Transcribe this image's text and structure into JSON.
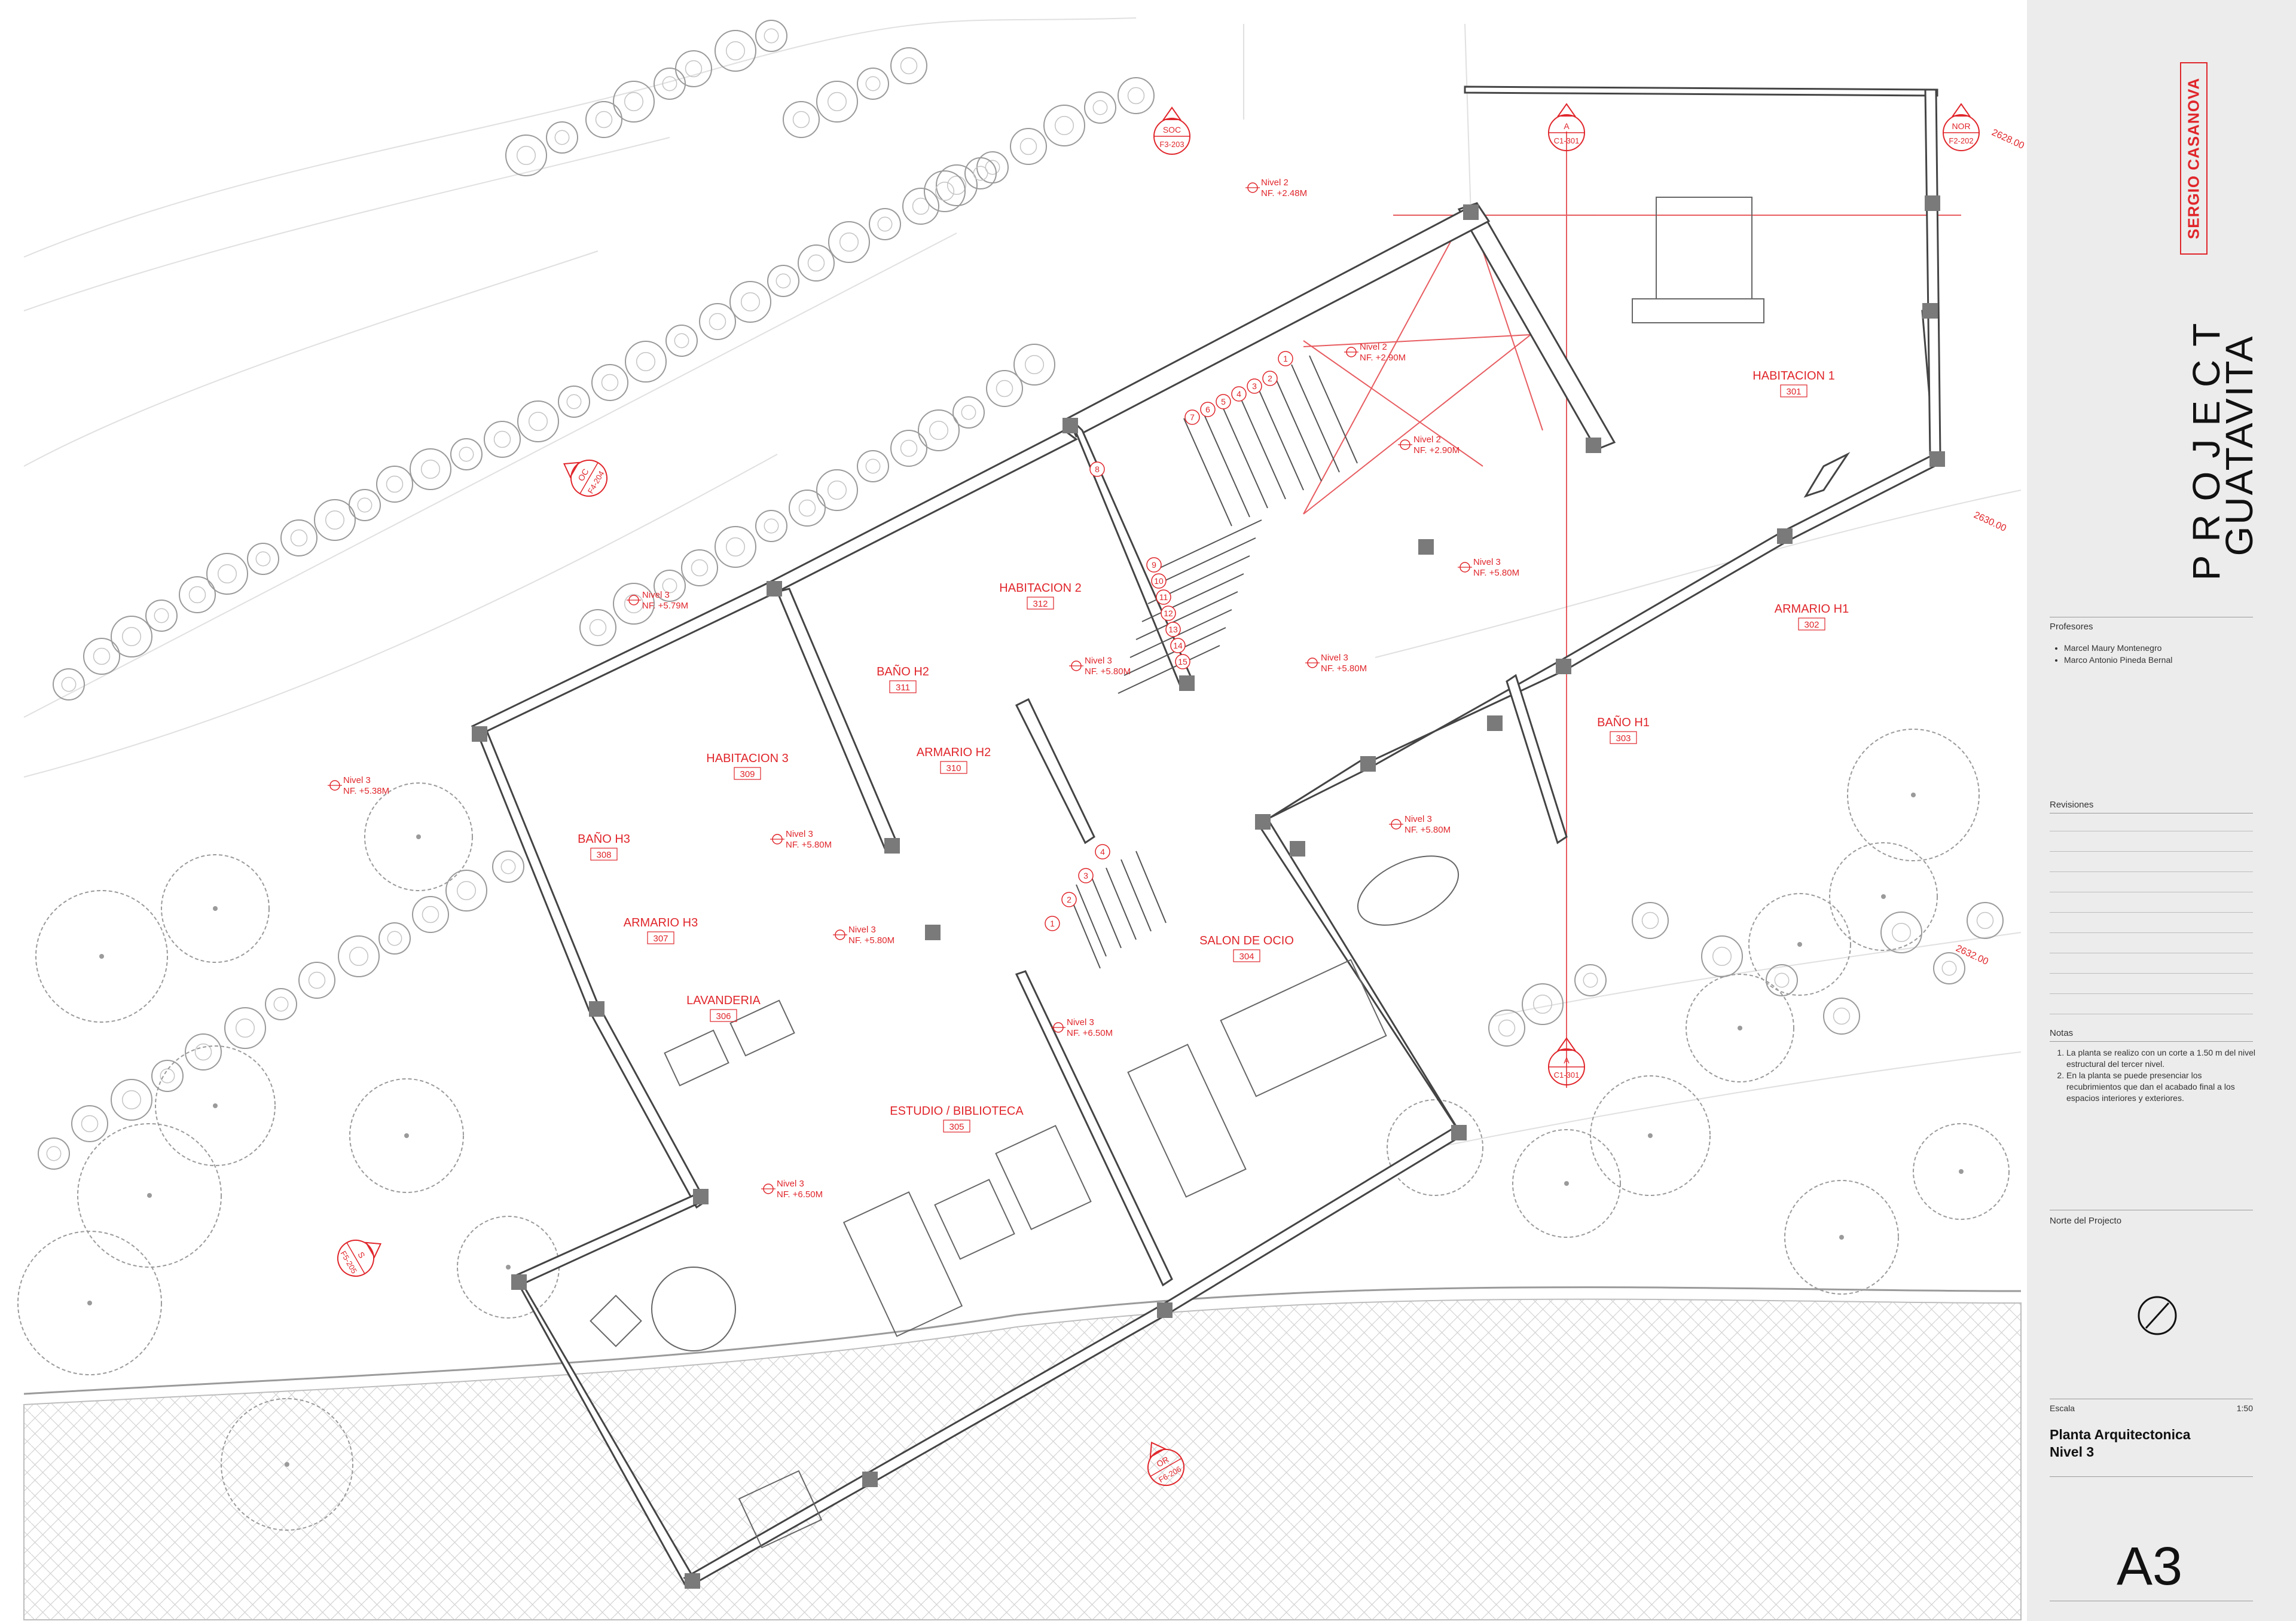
{
  "project": {
    "author": "SERGIO CASANOVA",
    "title_line1": "PROJECT",
    "title_line2": "GUATAVITA"
  },
  "professors": {
    "heading": "Profesores",
    "names": [
      "Marcel Maury Montenegro",
      "Marco Antonio Pineda Bernal"
    ]
  },
  "revisions": {
    "heading": "Revisiones"
  },
  "notes": {
    "heading": "Notas",
    "items": [
      "La planta se realizo con un corte a 1.50 m del nivel estructural del tercer nivel.",
      "En la planta se puede presenciar los recubrimientos que dan el acabado final a los espacios interiores y exteriores."
    ]
  },
  "north": {
    "heading": "Norte del Projecto"
  },
  "scale": {
    "label": "Escala",
    "value": "1:50"
  },
  "drawing": {
    "title_line1": "Planta Arquitectonica",
    "title_line2": "Nivel 3"
  },
  "sheet": "A3",
  "colors": {
    "annotation": "#e0262b",
    "wall_line": "#555555",
    "column": "#7a7a7a",
    "tree": "#9a9a9a",
    "panel": "#ececec"
  },
  "rooms": [
    {
      "name": "HABITACION 1",
      "number": "301"
    },
    {
      "name": "ARMARIO H1",
      "number": "302"
    },
    {
      "name": "BAÑO H1",
      "number": "303"
    },
    {
      "name": "SALON DE OCIO",
      "number": "304"
    },
    {
      "name": "ESTUDIO / BIBLIOTECA",
      "number": "305"
    },
    {
      "name": "LAVANDERIA",
      "number": "306"
    },
    {
      "name": "ARMARIO H3",
      "number": "307"
    },
    {
      "name": "BAÑO H3",
      "number": "308"
    },
    {
      "name": "HABITACION 3",
      "number": "309"
    },
    {
      "name": "ARMARIO H2",
      "number": "310"
    },
    {
      "name": "BAÑO H2",
      "number": "311"
    },
    {
      "name": "HABITACION 2",
      "number": "312"
    }
  ],
  "levels": [
    {
      "name": "Nivel 2",
      "value": "NF. +2.48M"
    },
    {
      "name": "Nivel 2",
      "value": "NF. +2.90M"
    },
    {
      "name": "Nivel 2",
      "value": "NF. +2.90M"
    },
    {
      "name": "Nivel 3",
      "value": "NF. +5.80M"
    },
    {
      "name": "Nivel 3",
      "value": "NF. +5.79M"
    },
    {
      "name": "Nivel 3",
      "value": "NF. +5.80M"
    },
    {
      "name": "Nivel 3",
      "value": "NF. +5.80M"
    },
    {
      "name": "Nivel 3",
      "value": "NF. +5.80M"
    },
    {
      "name": "Nivel 3",
      "value": "NF. +5.38M"
    },
    {
      "name": "Nivel 3",
      "value": "NF. +5.80M"
    },
    {
      "name": "Nivel 3",
      "value": "NF. +5.80M"
    },
    {
      "name": "Nivel 3",
      "value": "NF. +6.50M"
    },
    {
      "name": "Nivel 3",
      "value": "NF. +6.50M"
    }
  ],
  "section_markers": [
    {
      "top": "SOC",
      "bottom": "F3-203"
    },
    {
      "top": "A",
      "bottom": "C1-301"
    },
    {
      "top": "NOR",
      "bottom": "F2-202"
    },
    {
      "top": "OC",
      "bottom": "F4-204"
    },
    {
      "top": "A",
      "bottom": "C1-301"
    },
    {
      "top": "S",
      "bottom": "F5-205"
    },
    {
      "top": "OR",
      "bottom": "F6-206"
    }
  ],
  "contours": [
    "2628.00",
    "2630.00",
    "2632.00"
  ],
  "stair_upper": [
    "1",
    "2",
    "3",
    "4",
    "5",
    "6",
    "7",
    "8"
  ],
  "stair_lower": [
    "9",
    "10",
    "11",
    "12",
    "13",
    "14",
    "15"
  ],
  "stair_small": [
    "1",
    "2",
    "3",
    "4"
  ]
}
